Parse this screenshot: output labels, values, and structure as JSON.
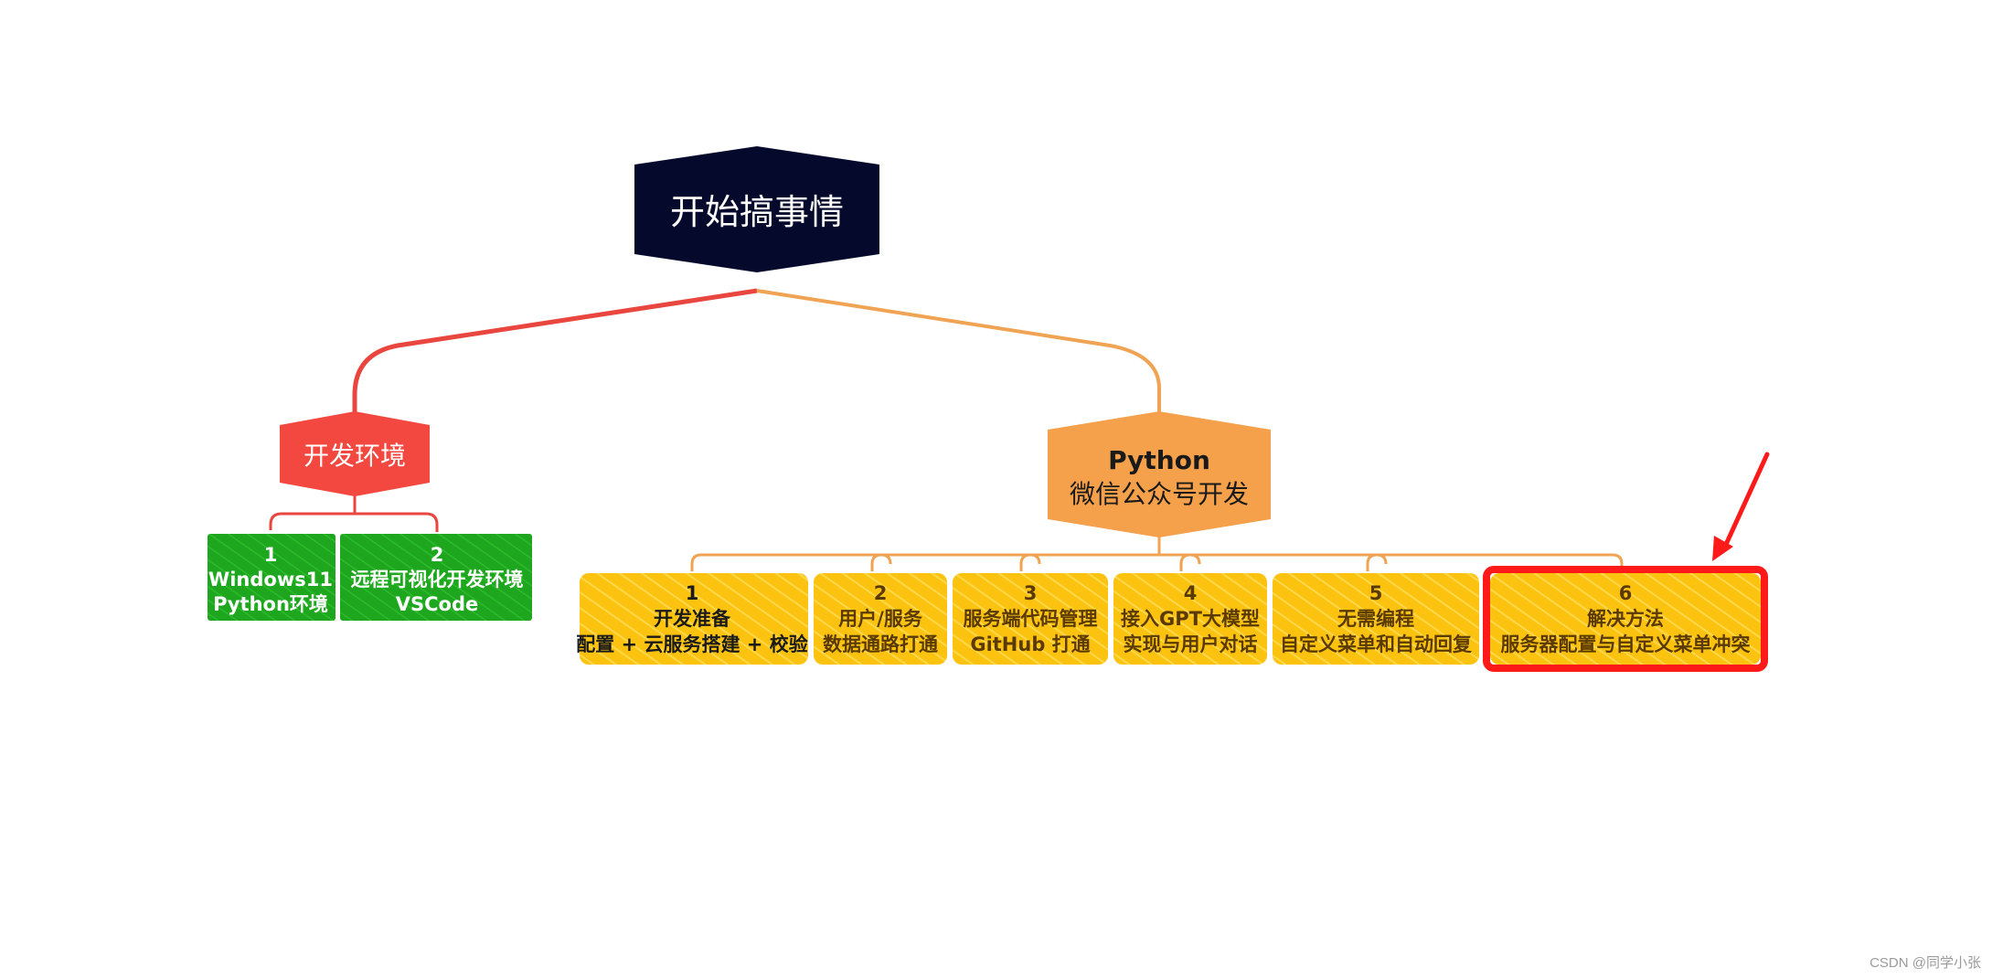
{
  "root": {
    "label": "开始搞事情",
    "fill": "#050a2c"
  },
  "branch_left": {
    "label": "开发环境",
    "fill": "#f24840",
    "line_color": "#e8463f",
    "children": [
      {
        "number": "1",
        "lines": [
          "Windows11",
          "Python环境"
        ]
      },
      {
        "number": "2",
        "lines": [
          "远程可视化开发环境",
          "VSCode"
        ]
      }
    ],
    "child_fill": "#1ea71e"
  },
  "branch_right": {
    "title": "Python",
    "subtitle": "微信公众号开发",
    "fill": "#f5a04a",
    "line_color": "#efa353",
    "children": [
      {
        "number": "1",
        "lines": [
          "开发准备",
          "配置 + 云服务搭建 + 校验"
        ]
      },
      {
        "number": "2",
        "lines": [
          "用户/服务",
          "数据通路打通"
        ]
      },
      {
        "number": "3",
        "lines": [
          "服务端代码管理",
          "GitHub 打通"
        ]
      },
      {
        "number": "4",
        "lines": [
          "接入GPT大模型",
          "实现与用户对话"
        ]
      },
      {
        "number": "5",
        "lines": [
          "无需编程",
          "自定义菜单和自动回复"
        ]
      },
      {
        "number": "6",
        "lines": [
          "解决方法",
          "服务器配置与自定义菜单冲突"
        ]
      }
    ],
    "child_fill": "#fbc30f",
    "highlight_index": 5,
    "highlight_color": "#ff1a1a"
  },
  "watermark": "CSDN @同学小张"
}
